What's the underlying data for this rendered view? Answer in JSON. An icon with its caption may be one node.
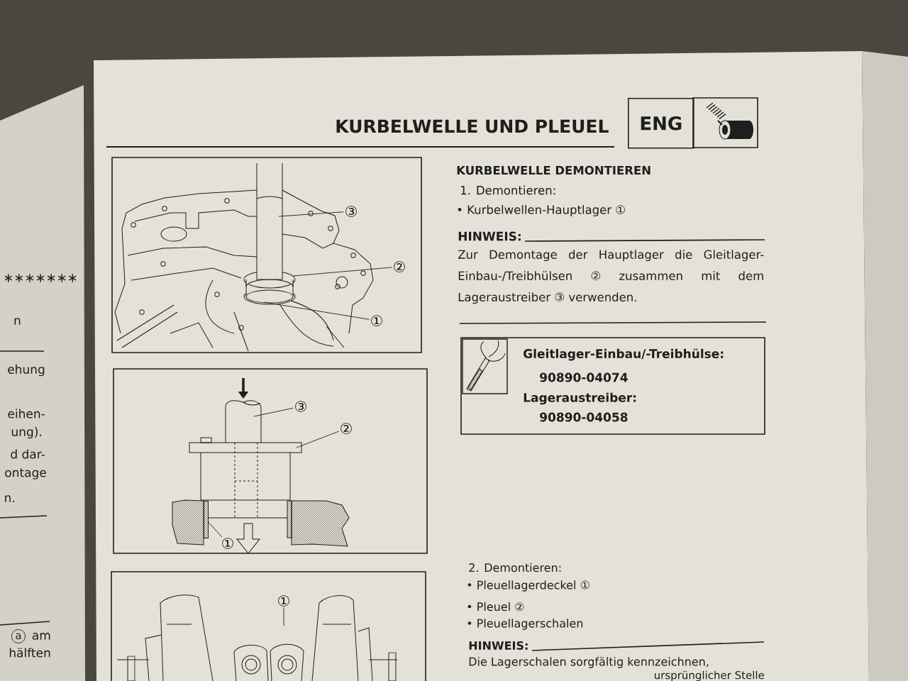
{
  "diagram": {
    "title": "KURBELWELLE UND PLEUEL",
    "nodes": [
      {
        "text": [
          "ENG"
        ]
      },
      {
        "text": [
          "③"
        ]
      },
      {
        "text": [
          "②"
        ]
      },
      {
        "text": [
          "①"
        ]
      },
      {
        "text": [
          "③"
        ]
      },
      {
        "text": [
          "②"
        ]
      },
      {
        "text": [
          "①"
        ]
      },
      {
        "text": [
          "①"
        ]
      },
      {
        "text": [
          "Gleitlager-Einbau/-Treibhülse:",
          "90890-04074",
          "Lageraustreiber:",
          "90890-04058"
        ]
      },
      {
        "text": [],
        "shape": "bar"
      }
    ],
    "edges": [
      {
        "from": 1,
        "to": null,
        "arrow": "none"
      },
      {
        "from": 2,
        "to": null,
        "arrow": "none"
      },
      {
        "from": 3,
        "to": null,
        "arrow": "none"
      },
      {
        "from": 4,
        "to": null,
        "arrow": "none"
      },
      {
        "from": 5,
        "to": null,
        "arrow": "none"
      },
      {
        "from": 6,
        "to": 9,
        "arrow": "none"
      },
      {
        "from": 7,
        "to": null,
        "arrow": "none"
      }
    ],
    "labels": [
      "KURBELWELLE DEMONTIEREN",
      "1. Demontieren:",
      "• Kurbelwellen-Hauptlager ①",
      "HINWEIS:",
      "Zur Demontage der Hauptlager die Gleitlager-Einbau-/Treibhülsen ② zusammen mit dem Lageraustreiber ③ verwenden.",
      "2. Demontieren:",
      "• Pleuellagerdeckel ①",
      "• Pleuel ②",
      "• Pleuellagerschalen",
      "HINWEIS:",
      "Die Lagerschalen sorgfältig kennzeichnen,",
      "ursprünglicher Stelle",
      "∗∗∗∗∗∗∗",
      "n",
      "ehung",
      "eihen-",
      "ung).",
      "d dar-",
      "ontage",
      "n.",
      "a",
      "am",
      "hälften"
    ]
  }
}
